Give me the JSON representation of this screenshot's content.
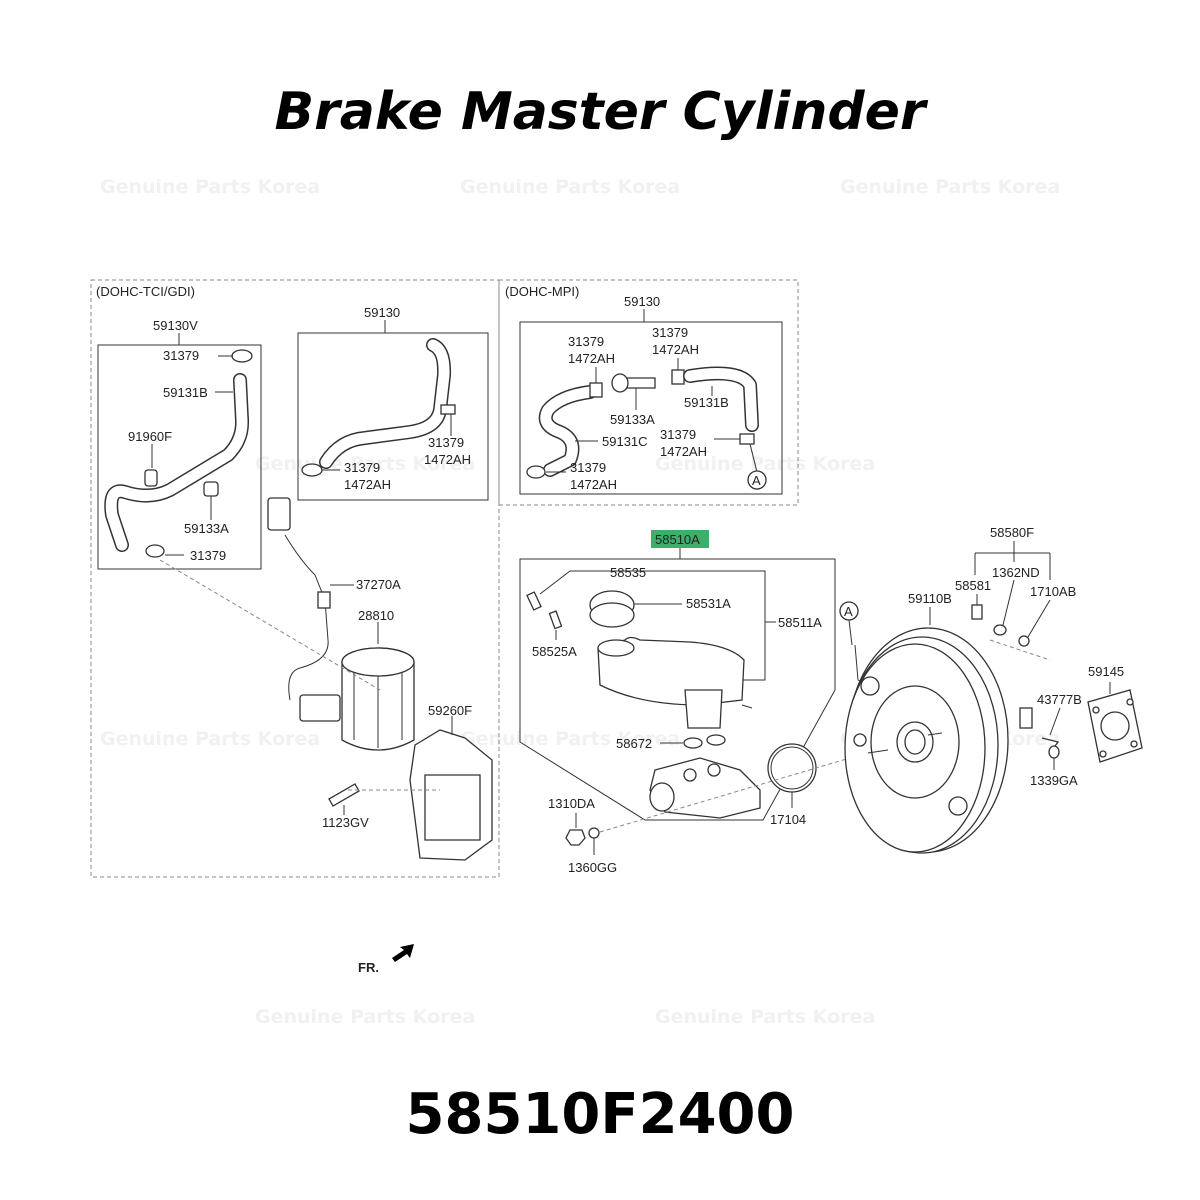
{
  "title": "Brake Master Cylinder",
  "part_number": "58510F2400",
  "watermark": "Genuine Parts Korea",
  "highlight_color": "#3fae6a",
  "sections": {
    "tci": "(DOHC-TCI/GDI)",
    "mpi": "(DOHC-MPI)"
  },
  "labels": {
    "l59130V": "59130V",
    "l31379a": "31379",
    "l59131Ba": "59131B",
    "l91960F": "91960F",
    "l59133Aa": "59133A",
    "l31379b": "31379",
    "l59130a": "59130",
    "l31379c": "31379",
    "l1472AHc": "1472AH",
    "l31379d": "31379",
    "l1472AHd": "1472AH",
    "l37270A": "37270A",
    "l28810": "28810",
    "l59260F": "59260F",
    "l1123GV": "1123GV",
    "l59130b": "59130",
    "l31379e": "31379",
    "l1472AHe": "1472AH",
    "l31379f": "31379",
    "l1472AHf": "1472AH",
    "l59133Ab": "59133A",
    "l59131Bb": "59131B",
    "l59131C": "59131C",
    "l31379g": "31379",
    "l1472AHg": "1472AH",
    "l31379h": "31379",
    "l1472AHh": "1472AH",
    "callA1": "A",
    "l58510A": "58510A",
    "l58535": "58535",
    "l58531A": "58531A",
    "l58511A": "58511A",
    "l58525A": "58525A",
    "l58672": "58672",
    "l1310DA": "1310DA",
    "l1360GG": "1360GG",
    "l17104": "17104",
    "l58580F": "58580F",
    "l58581": "58581",
    "l1362ND": "1362ND",
    "l1710AB": "1710AB",
    "l59110B": "59110B",
    "callA2": "A",
    "l59145": "59145",
    "l43777B": "43777B",
    "l1339GA": "1339GA",
    "fr": "FR."
  }
}
